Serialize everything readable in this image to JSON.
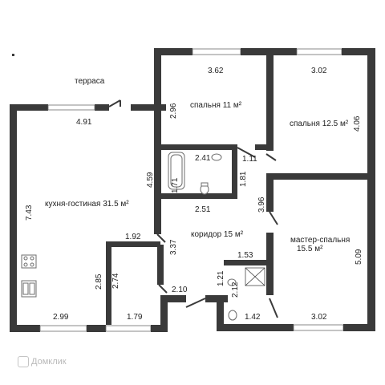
{
  "plan": {
    "terrace_label": "терраса",
    "rooms": {
      "kitchen": "кухня-гостиная 31.5 м²",
      "bedroom1": "спальня 11 м²",
      "bedroom2": "спальня 12.5 м²",
      "corridor": "коридор 15 м²",
      "master_line1": "мастер-спальня",
      "master_line2": "15.5 м²"
    },
    "dims": {
      "d_362": "3.62",
      "d_302_top": "3.02",
      "d_491": "4.91",
      "d_296": "2.96",
      "d_406": "4.06",
      "d_241": "2.41",
      "d_111": "1.11",
      "d_459": "4.59",
      "d_171": "1.71",
      "d_181": "1.81",
      "d_743": "7.43",
      "d_251": "2.51",
      "d_396": "3.96",
      "d_192": "1.92",
      "d_337": "3.37",
      "d_153": "1.53",
      "d_509": "5.09",
      "d_285": "2.85",
      "d_274": "2.74",
      "d_121": "1.21",
      "d_212": "2.12",
      "d_210": "2.10",
      "d_299": "2.99",
      "d_179": "1.79",
      "d_142": "1.42",
      "d_302_bot": "3.02"
    }
  },
  "watermark": {
    "text": "Домклик"
  },
  "colors": {
    "wall": "#3a3a3a",
    "text": "#222222",
    "watermark": "#b9b9b9"
  }
}
